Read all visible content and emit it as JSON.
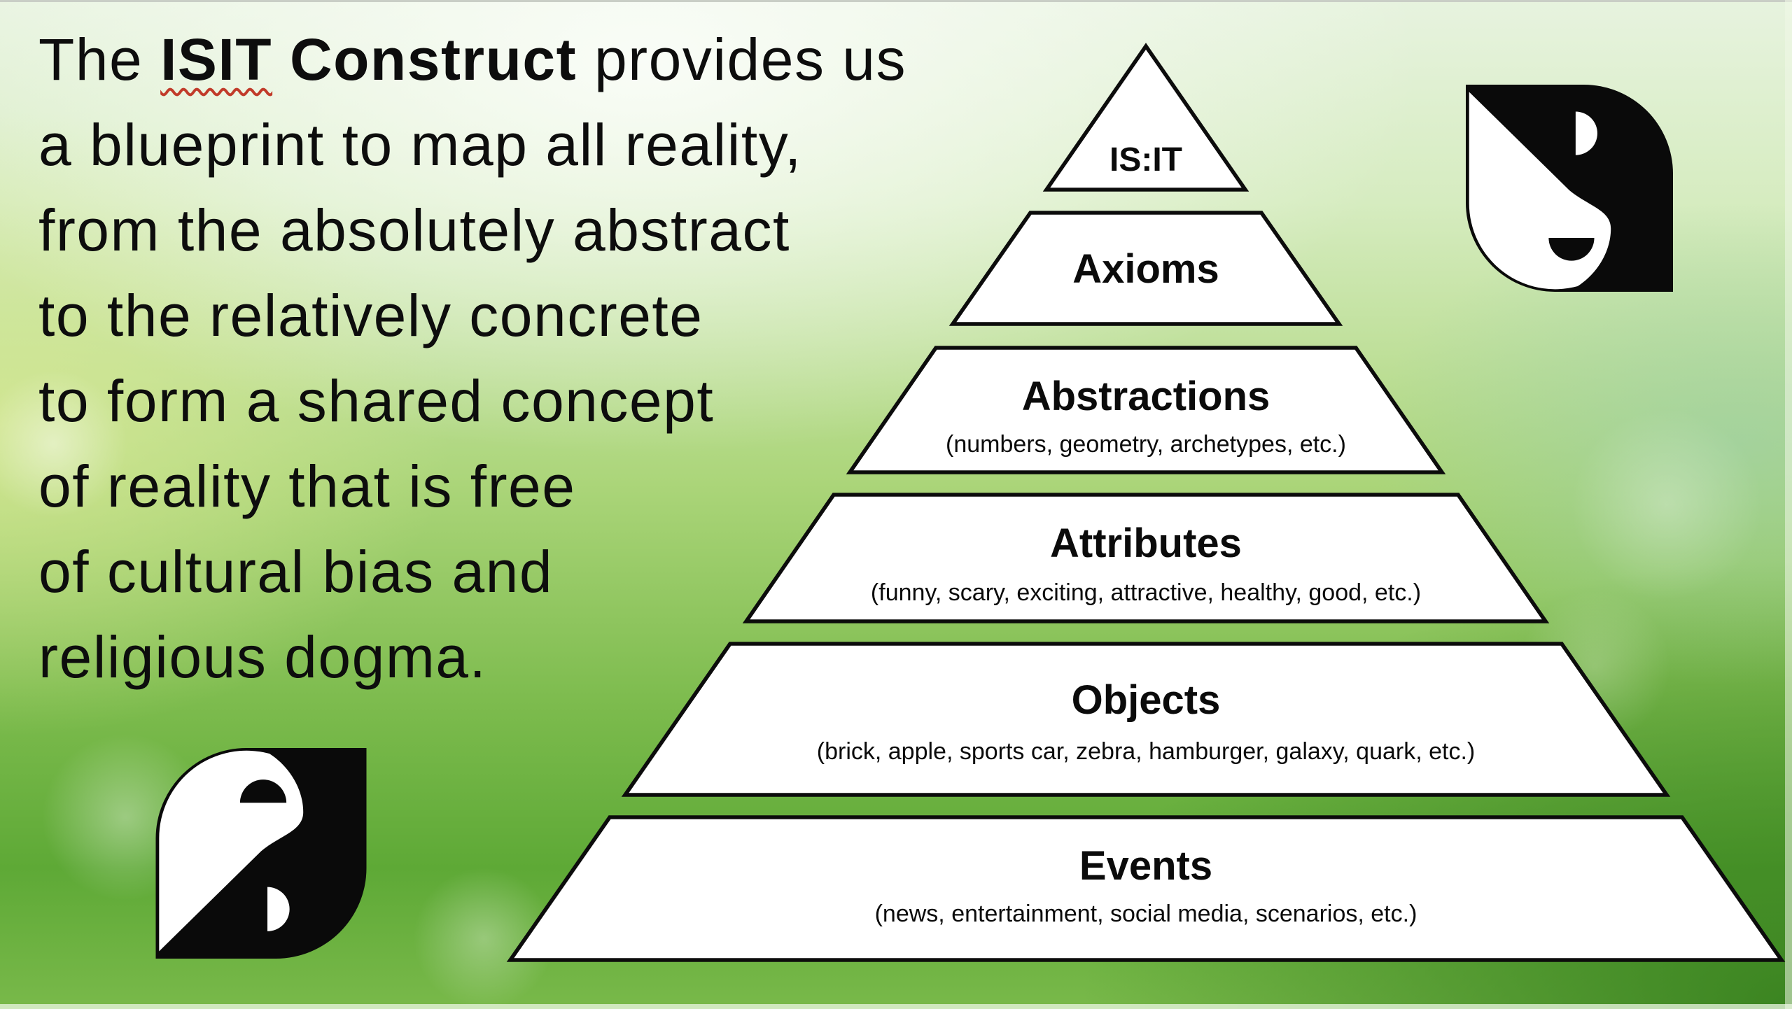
{
  "intro": {
    "line1": {
      "prefix": "The ",
      "isit": "ISIT",
      "construct": " Construct",
      "suffix": " provides us"
    },
    "lines": [
      "a blueprint to map all reality,",
      "from the absolutely abstract",
      "to the relatively concrete",
      "to form a shared concept",
      "of reality that is free",
      "of cultural bias and",
      "religious dogma."
    ]
  },
  "pyramid": {
    "levels": [
      {
        "label": "IS:IT",
        "sublabel": ""
      },
      {
        "label": "Axioms",
        "sublabel": ""
      },
      {
        "label": "Abstractions",
        "sublabel": "(numbers, geometry, archetypes, etc.)"
      },
      {
        "label": "Attributes",
        "sublabel": "(funny, scary, exciting, attractive, healthy, good, etc.)"
      },
      {
        "label": "Objects",
        "sublabel": "(brick, apple, sports car, zebra, hamburger, galaxy, quark, etc.)"
      },
      {
        "label": "Events",
        "sublabel": "(news, entertainment, social media, scenarios, etc.)"
      }
    ]
  },
  "icons": {
    "top_right_logo": "yin-yang-leaf-logo",
    "bottom_left_logo": "yin-yang-leaf-logo-flipped"
  },
  "colors": {
    "text": "#0b0b0b",
    "shape_fill": "#ffffff",
    "shape_stroke": "#0c0c0c",
    "squiggle_red": "#c13b2a",
    "background_greens": [
      "#f2f8ec",
      "#cfe6a8",
      "#8cc45c",
      "#4e9a2e"
    ]
  }
}
